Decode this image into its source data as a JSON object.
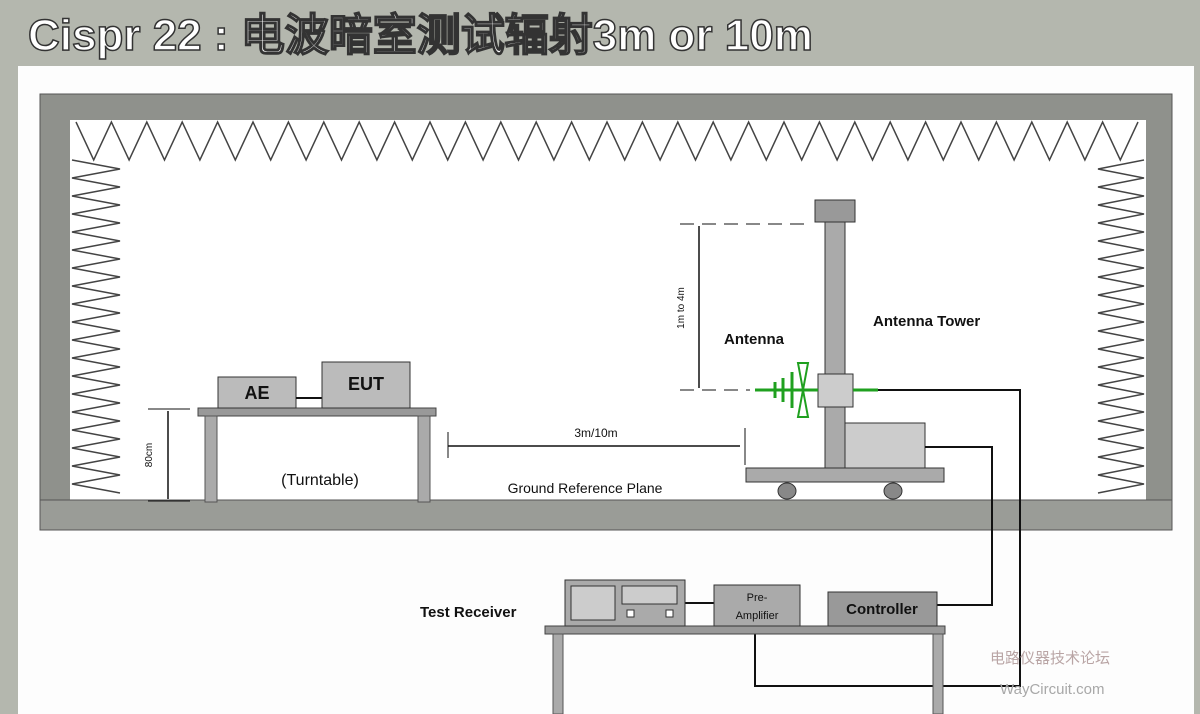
{
  "title": "Cispr 22 :  电波暗室测试辐射3m or 10m",
  "labels": {
    "ae": "AE",
    "eut": "EUT",
    "table_height": "80cm",
    "turntable": "(Turntable)",
    "distance": "3m/10m",
    "ground_plane": "Ground Reference Plane",
    "antenna_height": "1m to 4m",
    "antenna": "Antenna",
    "antenna_tower": "Antenna Tower",
    "test_receiver": "Test Receiver",
    "pre_amplifier_line1": "Pre-",
    "pre_amplifier_line2": "Amplifier",
    "controller": "Controller"
  },
  "watermark": {
    "line1": "电路仪器技术论坛",
    "line2": "WayCircuit.com"
  },
  "colors": {
    "wall": "#8f918c",
    "antenna": "#1fa01f",
    "cable": "#111111",
    "background": "#b4b7ae"
  }
}
